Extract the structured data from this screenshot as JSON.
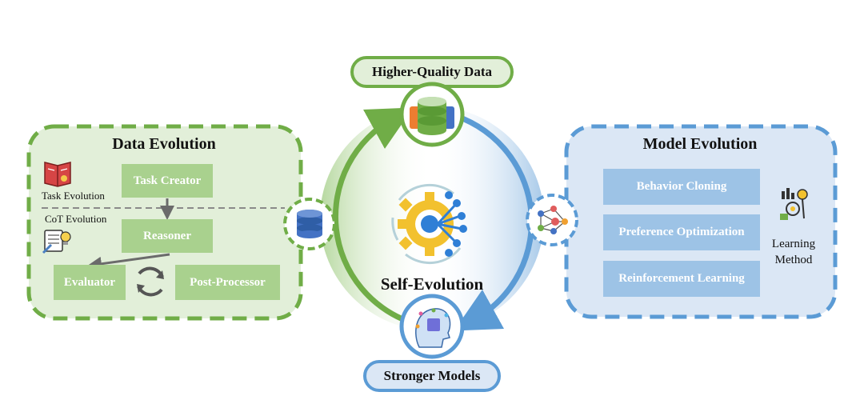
{
  "top_label": "Higher-Quality Data",
  "bottom_label": "Stronger Models",
  "center_label": "Self-Evolution",
  "data_evolution": {
    "title": "Data Evolution",
    "task_evolution": "Task Evolution",
    "cot_evolution": "CoT Evolution",
    "task_creator": "Task Creator",
    "reasoner": "Reasoner",
    "evaluator": "Evaluator",
    "post_processor": "Post-Processor"
  },
  "model_evolution": {
    "title": "Model Evolution",
    "methods": [
      "Behavior Cloning",
      "Preference Optimization",
      "Reinforcement Learning"
    ],
    "learning_method": "Learning Method"
  },
  "colors": {
    "green_border": "#70ad47",
    "green_fill": "#e2efd9",
    "green_box": "#a9d18e",
    "blue_border": "#5b9bd5",
    "blue_fill": "#dbe7f5",
    "blue_box": "#9dc3e6"
  },
  "icons": [
    "book-icon",
    "notes-lightbulb-icon",
    "database-icon",
    "stacked-data-icon",
    "network-icon",
    "gear-ai-icon",
    "ai-head-icon",
    "learning-method-icon",
    "cycle-icon"
  ]
}
